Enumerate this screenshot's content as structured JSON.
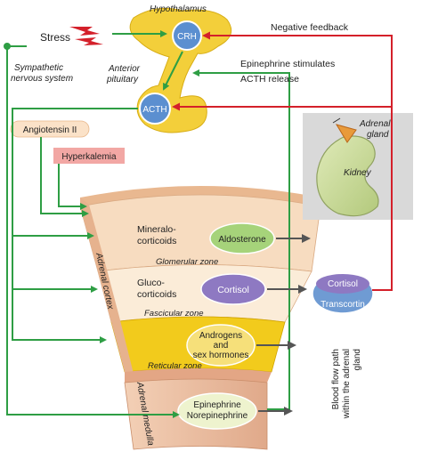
{
  "labels": {
    "hypothalamus": "Hypothalamus",
    "stress": "Stress",
    "crh": "CRH",
    "negative_feedback": "Negative feedback",
    "sympathetic_1": "Sympathetic",
    "sympathetic_2": "nervous system",
    "anterior_pituitary_1": "Anterior",
    "anterior_pituitary_2": "pituitary",
    "acth": "ACTH",
    "epinephrine_stim_1": "Epinephrine stimulates",
    "epinephrine_stim_2": "ACTH release",
    "angiotensin": "Angiotensin II",
    "hyperkalemia": "Hyperkalemia",
    "adrenal_gland_1": "Adrenal",
    "adrenal_gland_2": "gland",
    "kidney": "Kidney",
    "mineralo_1": "Mineralo-",
    "mineralo_2": "corticoids",
    "aldosterone": "Aldosterone",
    "glomerular_zone": "Glomerular zone",
    "adrenal_cortex": "Adrenal cortex",
    "gluco_1": "Gluco-",
    "gluco_2": "corticoids",
    "cortisol": "Cortisol",
    "cortisol_bound": "Cortisol",
    "transcortin": "Transcortin",
    "fascicular_zone": "Fascicular zone",
    "androgens_1": "Androgens",
    "androgens_2": "and",
    "androgens_3": "sex hormones",
    "reticular_zone": "Reticular zone",
    "blood_flow_1": "Blood flow path",
    "blood_flow_2": "within the adrenal",
    "blood_flow_3": "gland",
    "adrenal_medulla": "Adrenal medulla",
    "epinephrine": "Epinephrine",
    "norepinephrine": "Norepinephrine"
  },
  "colors": {
    "green_arrow": "#2e9e44",
    "red_arrow": "#d4202a",
    "gray_arrow": "#555555",
    "pituitary_yellow": "#f3cf3a",
    "hormone_blue": "#5b8fd0",
    "zone_glomerular": "#f7dcc0",
    "zone_fascicular": "#fbecd8",
    "zone_reticular": "#f2cb1c",
    "medulla": "#eebfa0",
    "aldosterone_green": "#a6d37a",
    "cortisol_purple": "#8e79c2",
    "androgens_yellow": "#f6e07a",
    "epinephrine_pale": "#eef3ce",
    "angiotensin_box": "#fbe2c8",
    "hyperkalemia_box": "#f2a7a4",
    "kidney_green": "#cbdca0"
  }
}
